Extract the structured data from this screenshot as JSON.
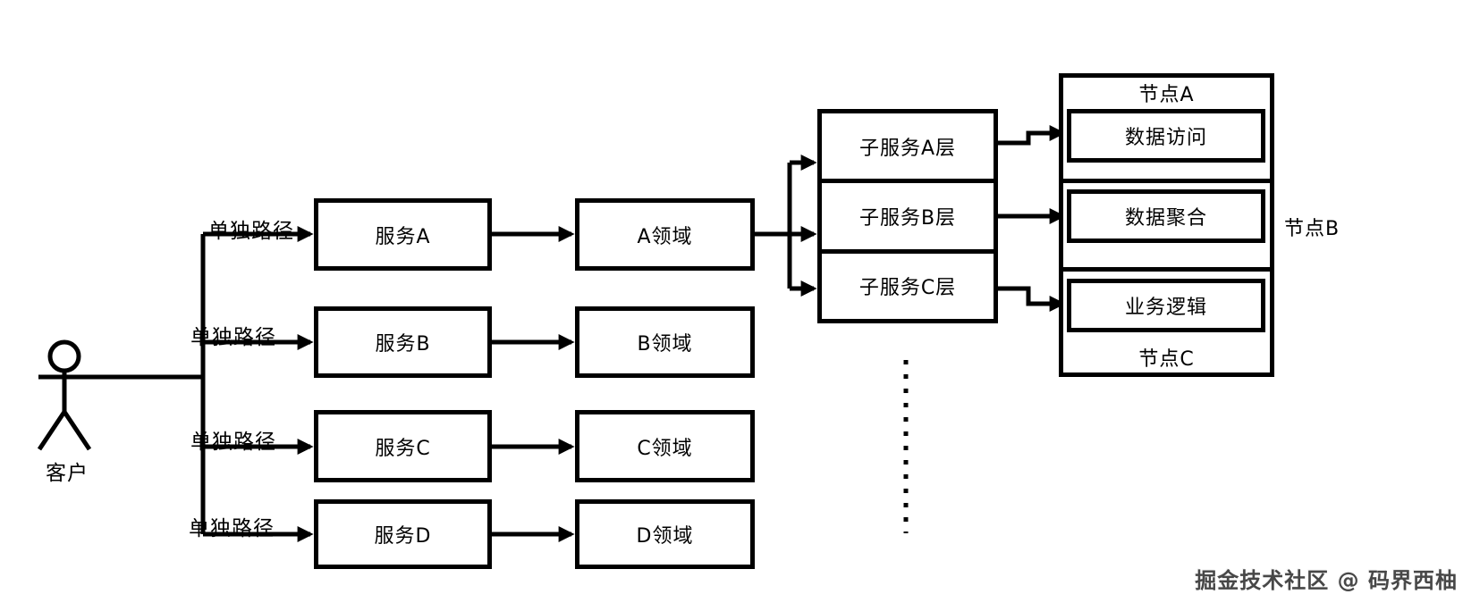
{
  "diagram": {
    "client": {
      "label": "客户"
    },
    "path_label": "单独路径",
    "services": [
      {
        "id": "A",
        "label": "服务A"
      },
      {
        "id": "B",
        "label": "服务B"
      },
      {
        "id": "C",
        "label": "服务C"
      },
      {
        "id": "D",
        "label": "服务D"
      }
    ],
    "domains": [
      {
        "id": "A",
        "label": "A领域"
      },
      {
        "id": "B",
        "label": "B领域"
      },
      {
        "id": "C",
        "label": "C领域"
      },
      {
        "id": "D",
        "label": "D领域"
      }
    ],
    "subservice_layers": [
      {
        "label": "子服务A层"
      },
      {
        "label": "子服务B层"
      },
      {
        "label": "子服务C层"
      }
    ],
    "nodes": {
      "node_a_label": "节点A",
      "node_b_label": "节点B",
      "node_c_label": "节点C",
      "components": [
        {
          "label": "数据访问"
        },
        {
          "label": "数据聚合"
        },
        {
          "label": "业务逻辑"
        }
      ]
    },
    "ellipsis": "vertical-dotted-line",
    "watermark": "掘金技术社区 @ 码界西柚",
    "colors": {
      "line": "#000000",
      "background": "#ffffff",
      "watermark_text": "#474747"
    }
  }
}
